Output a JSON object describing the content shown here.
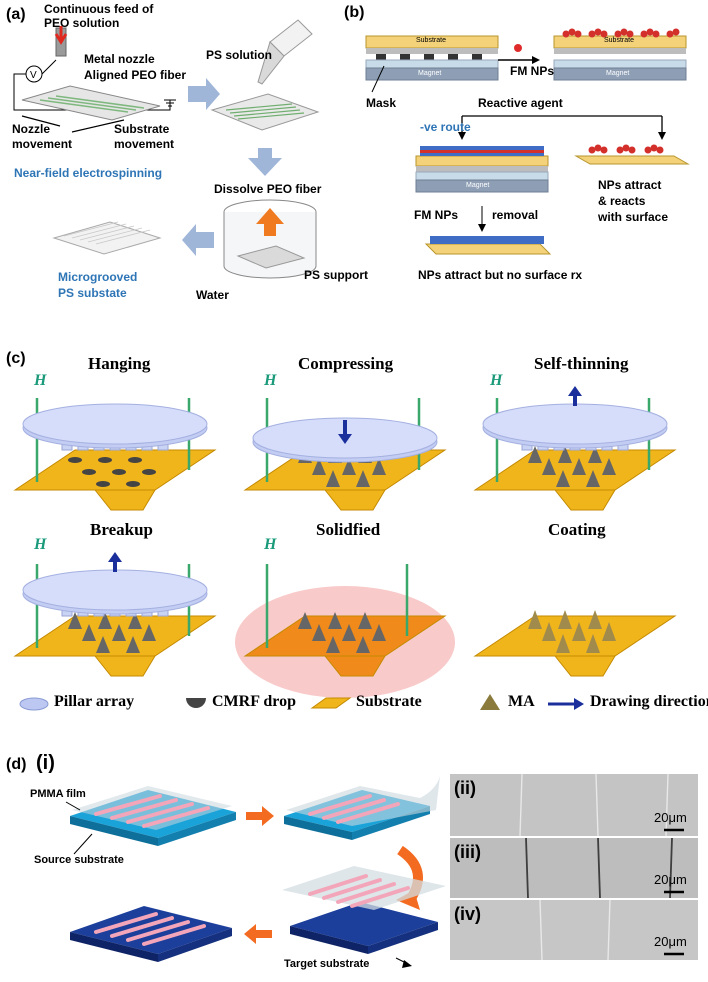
{
  "panel_a": {
    "tag": "(a)",
    "feed": [
      "Continuous  feed of",
      "PEO solution"
    ],
    "metal_nozzle": "Metal nozzle",
    "aligned_fiber": "Aligned PEO fiber",
    "nozzle_move": [
      "Nozzle",
      "movement"
    ],
    "substrate_move": [
      "Substrate",
      "movement"
    ],
    "method": "Near-field electrospinning",
    "ps_solution": "PS solution",
    "dissolve": "Dissolve PEO fiber",
    "product": [
      "Microgrooved",
      "PS substate"
    ],
    "water": "Water",
    "ps_support": "PS support",
    "volt": "V"
  },
  "panel_b": {
    "tag": "(b)",
    "substrate": "Substrate",
    "magnet": "Magnet",
    "mask": "Mask",
    "fm_nps": "FM NPs",
    "reactive": "Reactive agent",
    "neg_route": "-ve route",
    "fm_removal": [
      "FM NPs",
      "removal"
    ],
    "no_rx": "NPs attract but no surface rx",
    "attract": [
      "NPs attract",
      "& reacts",
      "with surface"
    ]
  },
  "panel_c": {
    "tag": "(c)",
    "field": "H",
    "steps": [
      "Hanging",
      "Compressing",
      "Self-thinning",
      "Breakup",
      "Solidfied",
      "Coating"
    ],
    "legend": [
      "Pillar array",
      "CMRF drop",
      "Substrate",
      "MA",
      "Drawing direction"
    ]
  },
  "panel_d": {
    "tag": "(d)",
    "sub": "(i)",
    "pmma": "PMMA film",
    "source": "Source substrate",
    "target": "Target substrate",
    "insets": [
      "(ii)",
      "(iii)",
      "(iv)"
    ],
    "scale": "20μm"
  }
}
